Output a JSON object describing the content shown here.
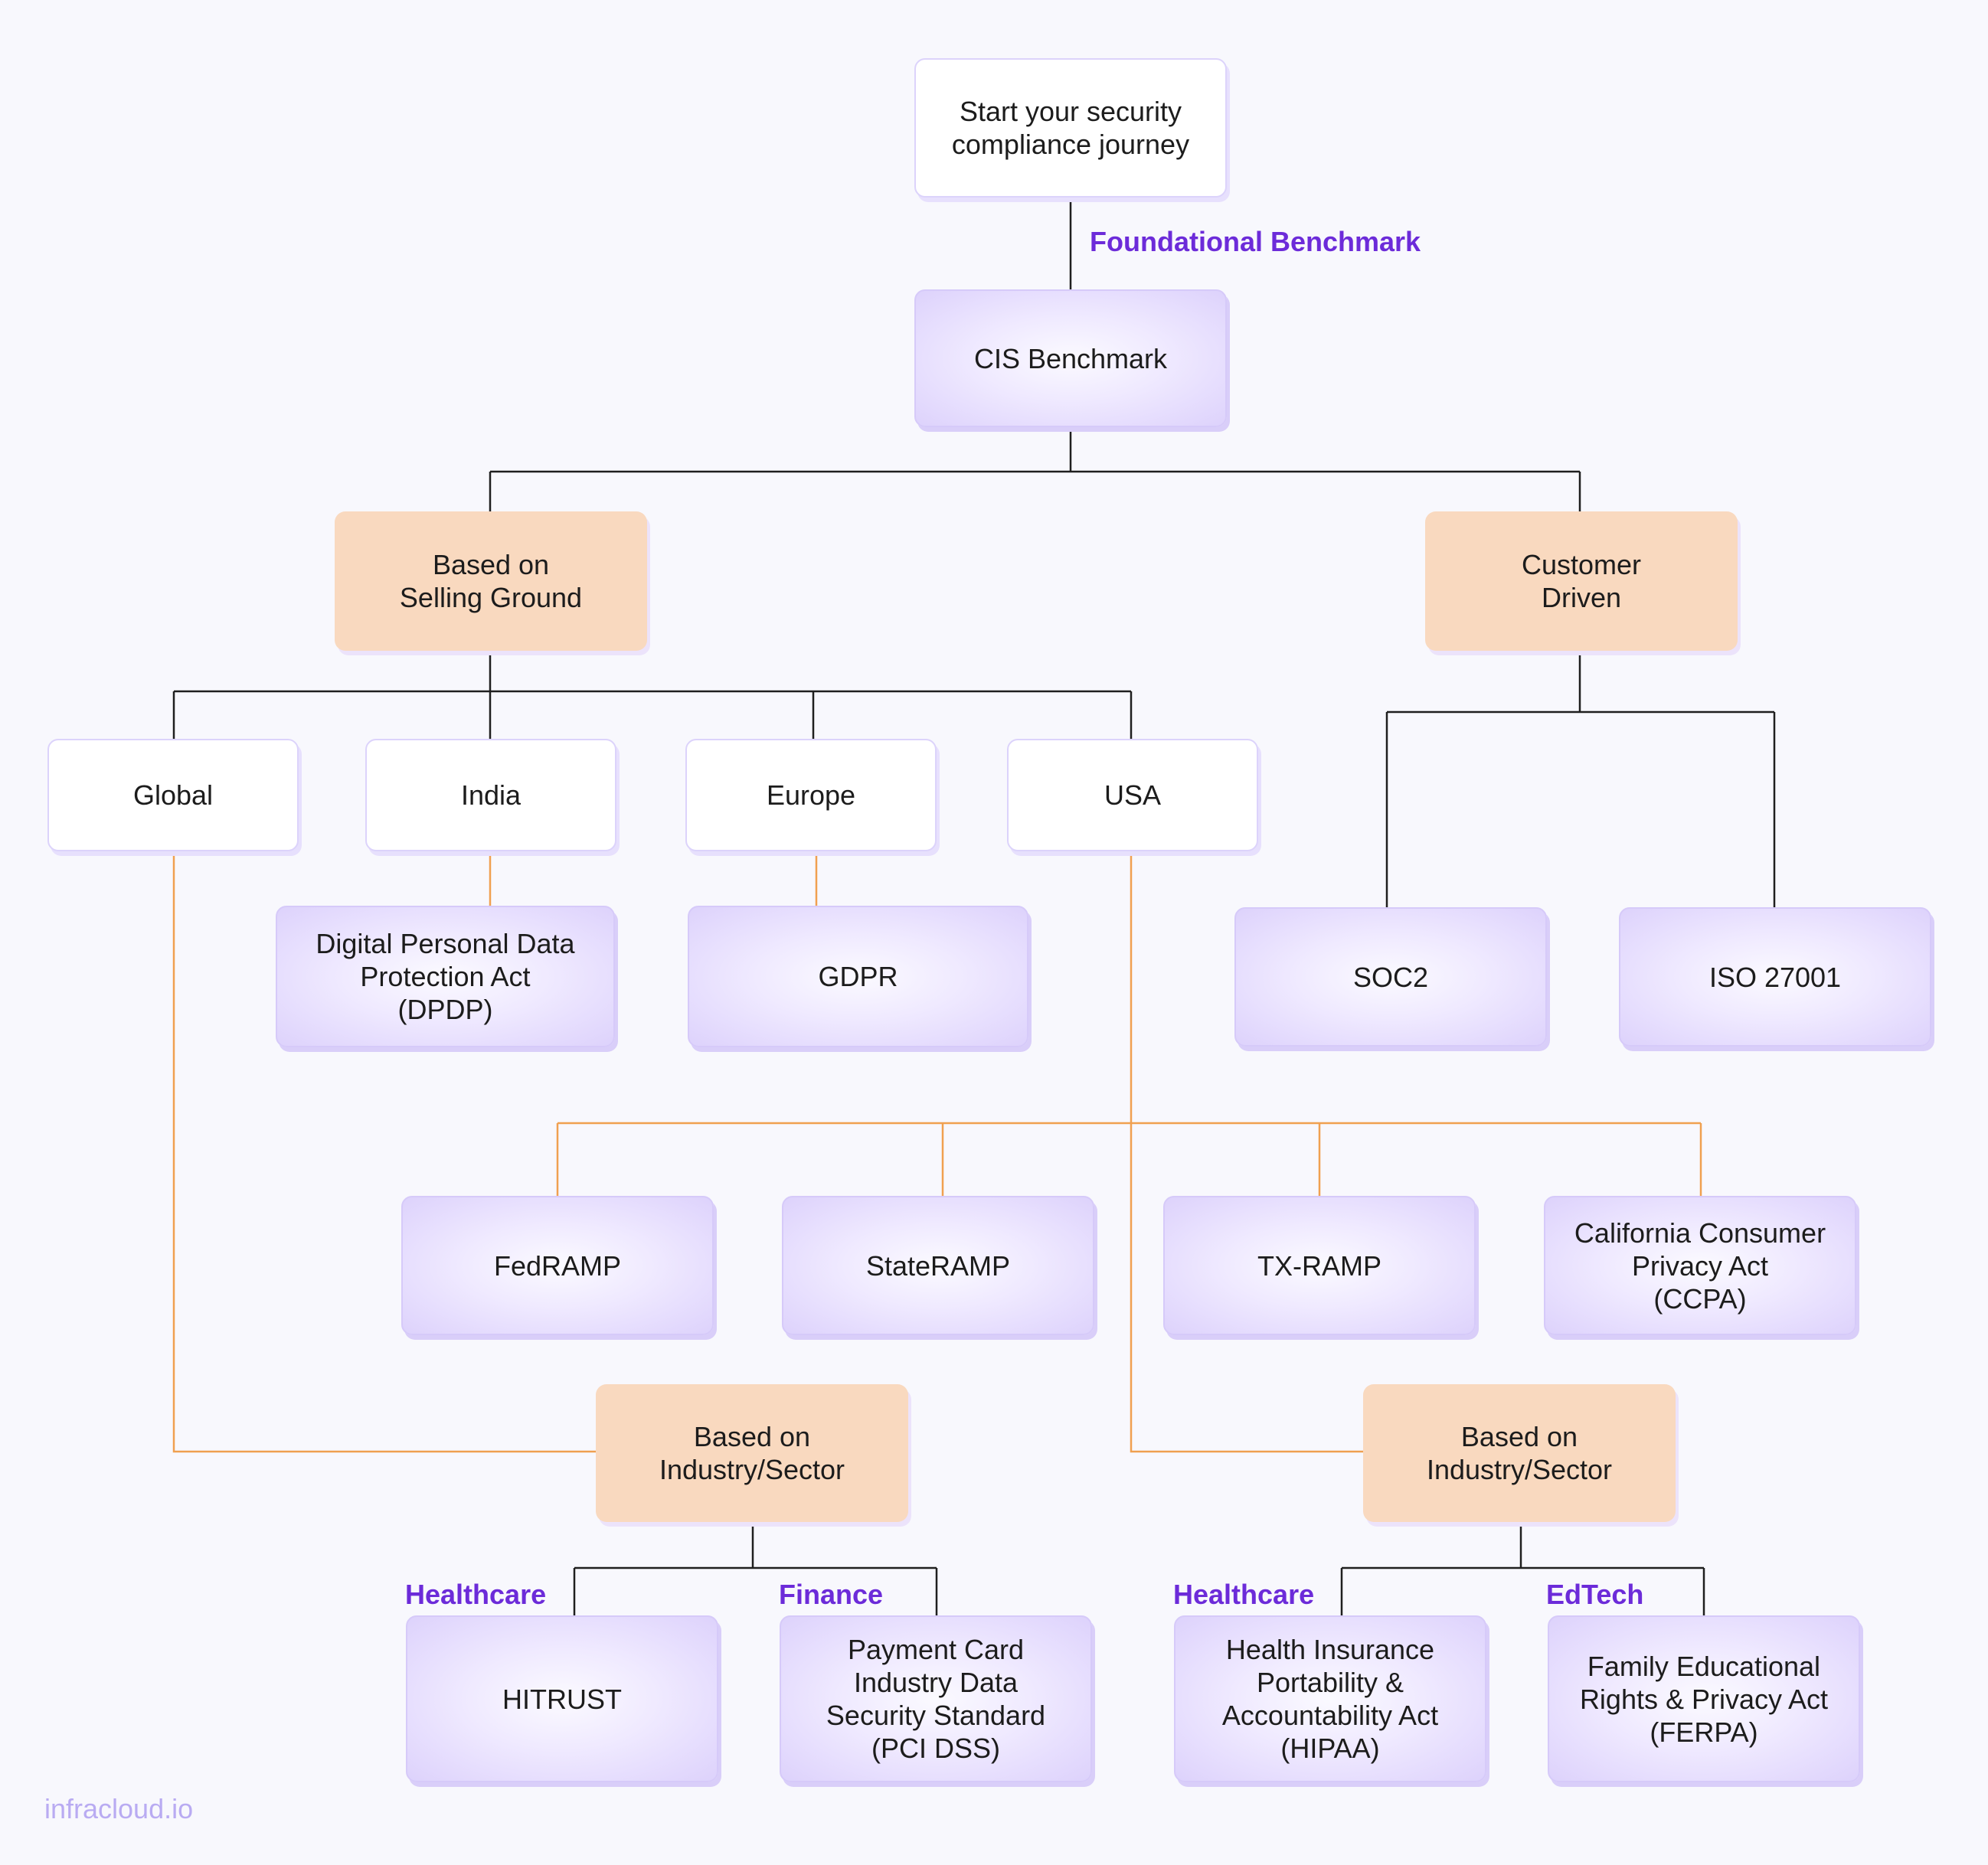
{
  "diagram": {
    "nodes": {
      "start": "Start your security\ncompliance journey",
      "cis": "CIS Benchmark",
      "selling": "Based on\nSelling Ground",
      "customer": "Customer\nDriven",
      "global": "Global",
      "india": "India",
      "europe": "Europe",
      "usa": "USA",
      "dpdp": "Digital Personal Data\nProtection Act\n(DPDP)",
      "gdpr": "GDPR",
      "soc2": "SOC2",
      "iso": "ISO 27001",
      "fedramp": "FedRAMP",
      "stateramp": "StateRAMP",
      "txramp": "TX-RAMP",
      "ccpa": "California Consumer\nPrivacy Act\n(CCPA)",
      "sector_global": "Based on\nIndustry/Sector",
      "sector_usa": "Based on\nIndustry/Sector",
      "hitrust": "HITRUST",
      "pci": "Payment Card\nIndustry Data\nSecurity Standard\n(PCI DSS)",
      "hipaa": "Health Insurance\nPortability &\nAccountability Act\n(HIPAA)",
      "ferpa": "Family Educational\nRights & Privacy Act\n(FERPA)"
    },
    "edge_labels": {
      "foundational": "Foundational Benchmark",
      "healthcare_global": "Healthcare",
      "finance": "Finance",
      "healthcare_usa": "Healthcare",
      "edtech": "EdTech"
    },
    "colors": {
      "accent": "#6c2bd9",
      "connector_dark": "#1f1f1f",
      "connector_orange": "#f0a050",
      "peach": "#f9d9bf",
      "lavender": "#ddd2fc"
    }
  },
  "brand": "infracloud.io"
}
